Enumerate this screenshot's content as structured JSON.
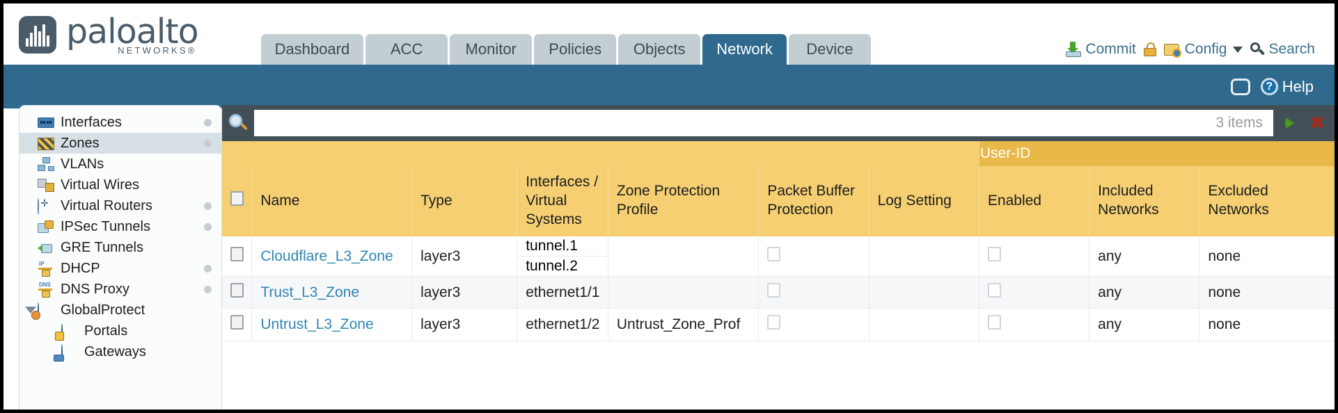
{
  "brand": {
    "name": "paloalto",
    "tagline": "NETWORKS®"
  },
  "nav": {
    "tabs": [
      {
        "label": "Dashboard",
        "active": false
      },
      {
        "label": "ACC",
        "active": false
      },
      {
        "label": "Monitor",
        "active": false
      },
      {
        "label": "Policies",
        "active": false
      },
      {
        "label": "Objects",
        "active": false
      },
      {
        "label": "Network",
        "active": true
      },
      {
        "label": "Device",
        "active": false
      }
    ]
  },
  "header_actions": {
    "commit": "Commit",
    "lock_icon": "lock-icon",
    "config": "Config",
    "search": "Search"
  },
  "blue_band": {
    "refresh_icon": "refresh-icon",
    "help": "Help"
  },
  "sidebar": {
    "items": [
      {
        "label": "Interfaces",
        "icon": "interfaces-icon",
        "selected": false,
        "dot": true,
        "child": false,
        "expander": false
      },
      {
        "label": "Zones",
        "icon": "zones-icon",
        "selected": true,
        "dot": true,
        "child": false,
        "expander": false
      },
      {
        "label": "VLANs",
        "icon": "vlans-icon",
        "selected": false,
        "dot": false,
        "child": false,
        "expander": false
      },
      {
        "label": "Virtual Wires",
        "icon": "virtual-wires-icon",
        "selected": false,
        "dot": false,
        "child": false,
        "expander": false
      },
      {
        "label": "Virtual Routers",
        "icon": "virtual-routers-icon",
        "selected": false,
        "dot": true,
        "child": false,
        "expander": false
      },
      {
        "label": "IPSec Tunnels",
        "icon": "ipsec-tunnels-icon",
        "selected": false,
        "dot": true,
        "child": false,
        "expander": false
      },
      {
        "label": "GRE Tunnels",
        "icon": "gre-tunnels-icon",
        "selected": false,
        "dot": false,
        "child": false,
        "expander": false
      },
      {
        "label": "DHCP",
        "icon": "dhcp-icon",
        "selected": false,
        "dot": true,
        "child": false,
        "expander": false
      },
      {
        "label": "DNS Proxy",
        "icon": "dns-proxy-icon",
        "selected": false,
        "dot": true,
        "child": false,
        "expander": false
      },
      {
        "label": "GlobalProtect",
        "icon": "globalprotect-icon",
        "selected": false,
        "dot": false,
        "child": false,
        "expander": true
      },
      {
        "label": "Portals",
        "icon": "portals-icon",
        "selected": false,
        "dot": false,
        "child": true,
        "expander": false
      },
      {
        "label": "Gateways",
        "icon": "gateways-icon",
        "selected": false,
        "dot": false,
        "child": true,
        "expander": false
      }
    ]
  },
  "filter_bar": {
    "search_icon": "search-icon",
    "value": "",
    "placeholder": "",
    "item_count": "3 items",
    "apply_icon": "apply-filter-icon",
    "clear_icon": "clear-filter-icon"
  },
  "table": {
    "group_header": "User-ID",
    "columns": [
      "Name",
      "Type",
      "Interfaces / Virtual Systems",
      "Zone Protection Profile",
      "Packet Buffer Protection",
      "Log Setting",
      "Enabled",
      "Included Networks",
      "Excluded Networks"
    ],
    "rows": [
      {
        "name": "Cloudflare_L3_Zone",
        "type": "layer3",
        "interfaces": [
          "tunnel.1",
          "tunnel.2"
        ],
        "zone_protection_profile": "",
        "packet_buffer_protection": false,
        "log_setting": "",
        "userid_enabled": false,
        "included_networks": "any",
        "excluded_networks": "none"
      },
      {
        "name": "Trust_L3_Zone",
        "type": "layer3",
        "interfaces": [
          "ethernet1/1"
        ],
        "zone_protection_profile": "",
        "packet_buffer_protection": false,
        "log_setting": "",
        "userid_enabled": false,
        "included_networks": "any",
        "excluded_networks": "none"
      },
      {
        "name": "Untrust_L3_Zone",
        "type": "layer3",
        "interfaces": [
          "ethernet1/2"
        ],
        "zone_protection_profile": "Untrust_Zone_Prof",
        "packet_buffer_protection": false,
        "log_setting": "",
        "userid_enabled": false,
        "included_networks": "any",
        "excluded_networks": "none"
      }
    ]
  },
  "colors": {
    "brand_blue": "#2f6a8e",
    "header_amber": "#f5cf72",
    "group_amber": "#e8b949",
    "filter_slate": "#434f57",
    "link_blue": "#2f86b5"
  }
}
